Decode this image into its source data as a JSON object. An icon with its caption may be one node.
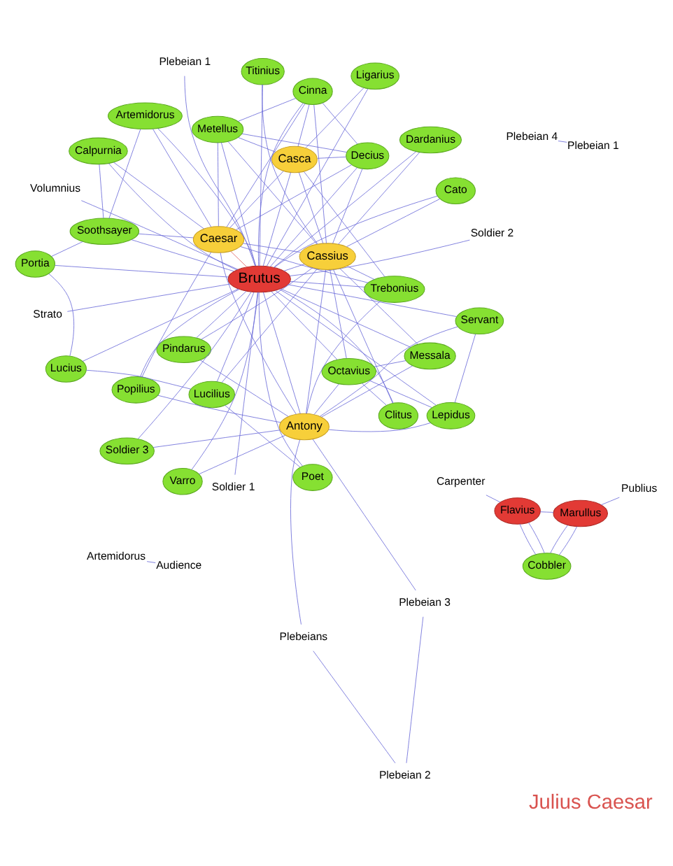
{
  "diagram": {
    "title": "Julius Caesar",
    "nodes": [
      {
        "text": [
          "Lucilius"
        ]
      },
      {
        "text": [
          "Poet"
        ]
      },
      {
        "text": [
          "Popilius"
        ]
      },
      {
        "text": [
          "Titinius"
        ]
      },
      {
        "text": [
          "Messala"
        ]
      },
      {
        "text": [
          "Pindarus"
        ]
      },
      {
        "text": [
          "Plebeians"
        ]
      },
      {
        "text": [
          "Plebeian 2"
        ]
      },
      {
        "text": [
          "Plebeian 3"
        ]
      },
      {
        "text": [
          "Clitus"
        ]
      },
      {
        "text": [
          "Varro"
        ]
      },
      {
        "text": [
          "Soldier 3"
        ]
      },
      {
        "text": [
          "Cato"
        ]
      },
      {
        "text": [
          "Dardanius"
        ]
      },
      {
        "text": [
          "Ligarius"
        ]
      },
      {
        "text": [
          "Soldier 1"
        ]
      },
      {
        "text": [
          "Soldier 2"
        ]
      },
      {
        "text": [
          "Plebeian 1"
        ]
      },
      {
        "text": [
          "Strato"
        ]
      },
      {
        "text": [
          "Volumnius"
        ]
      },
      {
        "text": [
          "Brutus"
        ]
      },
      {
        "text": [
          "Caesar"
        ]
      },
      {
        "text": [
          "Cassius"
        ]
      },
      {
        "text": [
          "Antony"
        ]
      },
      {
        "text": [
          "Casca"
        ]
      },
      {
        "text": [
          "Decius"
        ]
      },
      {
        "text": [
          "Cinna"
        ]
      },
      {
        "text": [
          "Octavius"
        ]
      },
      {
        "text": [
          "Metellus"
        ]
      },
      {
        "text": [
          "Lepidus"
        ]
      },
      {
        "text": [
          "Servant"
        ]
      },
      {
        "text": [
          "Artemidorus"
        ]
      },
      {
        "text": [
          "Soothsayer"
        ]
      },
      {
        "text": [
          "Calpurnia"
        ]
      },
      {
        "text": [
          "Trebonius"
        ]
      },
      {
        "text": [
          "Lucius"
        ]
      },
      {
        "text": [
          "Portia"
        ]
      },
      {
        "text": [
          "Flavius"
        ]
      },
      {
        "text": [
          "Marullus"
        ]
      },
      {
        "text": [
          "Cobbler"
        ]
      },
      {
        "text": [
          "Carpenter"
        ]
      },
      {
        "text": [
          "Publius"
        ]
      },
      {
        "text": [
          "Artemidorus"
        ]
      },
      {
        "text": [
          "Audience"
        ]
      },
      {
        "text": [
          "Plebeian 4"
        ]
      },
      {
        "text": [
          "Plebeian 1"
        ]
      }
    ],
    "edges": [
      {
        "from": 0,
        "to": 1,
        "arrow": "none"
      },
      {
        "from": 6,
        "to": 7,
        "arrow": "none"
      },
      {
        "from": 7,
        "to": 8,
        "arrow": "none"
      },
      {
        "from": 20,
        "to": 0,
        "arrow": "none"
      },
      {
        "from": 20,
        "to": 1,
        "arrow": "none"
      },
      {
        "from": 20,
        "to": 2,
        "arrow": "none"
      },
      {
        "from": 20,
        "to": 3,
        "arrow": "none"
      },
      {
        "from": 20,
        "to": 4,
        "arrow": "none"
      },
      {
        "from": 20,
        "to": 5,
        "arrow": "none"
      },
      {
        "from": 20,
        "to": 9,
        "arrow": "none"
      },
      {
        "from": 20,
        "to": 10,
        "arrow": "none"
      },
      {
        "from": 20,
        "to": 11,
        "arrow": "none"
      },
      {
        "from": 20,
        "to": 12,
        "arrow": "none"
      },
      {
        "from": 20,
        "to": 13,
        "arrow": "none"
      },
      {
        "from": 20,
        "to": 14,
        "arrow": "none"
      },
      {
        "from": 20,
        "to": 15,
        "arrow": "none"
      },
      {
        "from": 20,
        "to": 16,
        "arrow": "none"
      },
      {
        "from": 20,
        "to": 17,
        "arrow": "none"
      },
      {
        "from": 20,
        "to": 18,
        "arrow": "none"
      },
      {
        "from": 20,
        "to": 19,
        "arrow": "none"
      },
      {
        "from": 20,
        "to": 21,
        "arrow": "none",
        "color": "#e06060"
      },
      {
        "from": 20,
        "to": 22,
        "arrow": "none"
      },
      {
        "from": 20,
        "to": 23,
        "arrow": "none"
      },
      {
        "from": 20,
        "to": 24,
        "arrow": "none"
      },
      {
        "from": 20,
        "to": 25,
        "arrow": "none"
      },
      {
        "from": 20,
        "to": 26,
        "arrow": "none"
      },
      {
        "from": 20,
        "to": 27,
        "arrow": "none"
      },
      {
        "from": 20,
        "to": 28,
        "arrow": "none"
      },
      {
        "from": 20,
        "to": 29,
        "arrow": "none"
      },
      {
        "from": 20,
        "to": 30,
        "arrow": "none"
      },
      {
        "from": 20,
        "to": 31,
        "arrow": "none"
      },
      {
        "from": 20,
        "to": 32,
        "arrow": "none"
      },
      {
        "from": 20,
        "to": 33,
        "arrow": "none"
      },
      {
        "from": 20,
        "to": 34,
        "arrow": "none"
      },
      {
        "from": 20,
        "to": 35,
        "arrow": "none"
      },
      {
        "from": 20,
        "to": 36,
        "arrow": "none"
      },
      {
        "from": 22,
        "to": 0,
        "arrow": "none"
      },
      {
        "from": 22,
        "to": 3,
        "arrow": "none"
      },
      {
        "from": 22,
        "to": 4,
        "arrow": "none"
      },
      {
        "from": 22,
        "to": 5,
        "arrow": "none"
      },
      {
        "from": 22,
        "to": 9,
        "arrow": "none"
      },
      {
        "from": 22,
        "to": 12,
        "arrow": "none"
      },
      {
        "from": 22,
        "to": 13,
        "arrow": "none"
      },
      {
        "from": 22,
        "to": 21,
        "arrow": "none"
      },
      {
        "from": 22,
        "to": 23,
        "arrow": "none"
      },
      {
        "from": 22,
        "to": 24,
        "arrow": "none"
      },
      {
        "from": 22,
        "to": 25,
        "arrow": "none"
      },
      {
        "from": 22,
        "to": 26,
        "arrow": "none"
      },
      {
        "from": 22,
        "to": 27,
        "arrow": "none"
      },
      {
        "from": 22,
        "to": 28,
        "arrow": "none"
      },
      {
        "from": 22,
        "to": 34,
        "arrow": "none"
      },
      {
        "from": 23,
        "to": 6,
        "arrow": "none"
      },
      {
        "from": 23,
        "to": 8,
        "arrow": "none"
      },
      {
        "from": 23,
        "to": 2,
        "arrow": "none"
      },
      {
        "from": 23,
        "to": 4,
        "arrow": "none"
      },
      {
        "from": 23,
        "to": 5,
        "arrow": "none"
      },
      {
        "from": 23,
        "to": 10,
        "arrow": "none"
      },
      {
        "from": 23,
        "to": 11,
        "arrow": "none"
      },
      {
        "from": 23,
        "to": 21,
        "arrow": "none"
      },
      {
        "from": 23,
        "to": 27,
        "arrow": "none"
      },
      {
        "from": 23,
        "to": 29,
        "arrow": "none"
      },
      {
        "from": 23,
        "to": 30,
        "arrow": "none"
      },
      {
        "from": 23,
        "to": 34,
        "arrow": "none"
      },
      {
        "from": 21,
        "to": 24,
        "arrow": "none"
      },
      {
        "from": 21,
        "to": 25,
        "arrow": "none"
      },
      {
        "from": 21,
        "to": 26,
        "arrow": "none"
      },
      {
        "from": 21,
        "to": 28,
        "arrow": "none"
      },
      {
        "from": 21,
        "to": 31,
        "arrow": "none"
      },
      {
        "from": 21,
        "to": 32,
        "arrow": "none"
      },
      {
        "from": 21,
        "to": 33,
        "arrow": "none"
      },
      {
        "from": 21,
        "to": 34,
        "arrow": "none"
      },
      {
        "from": 21,
        "to": 2,
        "arrow": "none"
      },
      {
        "from": 24,
        "to": 25,
        "arrow": "none"
      },
      {
        "from": 24,
        "to": 26,
        "arrow": "none"
      },
      {
        "from": 24,
        "to": 28,
        "arrow": "none"
      },
      {
        "from": 24,
        "to": 34,
        "arrow": "none"
      },
      {
        "from": 24,
        "to": 14,
        "arrow": "none"
      },
      {
        "from": 25,
        "to": 26,
        "arrow": "none"
      },
      {
        "from": 25,
        "to": 28,
        "arrow": "none"
      },
      {
        "from": 26,
        "to": 28,
        "arrow": "none"
      },
      {
        "from": 27,
        "to": 29,
        "arrow": "none"
      },
      {
        "from": 27,
        "to": 4,
        "arrow": "none"
      },
      {
        "from": 27,
        "to": 9,
        "arrow": "none"
      },
      {
        "from": 29,
        "to": 30,
        "arrow": "none"
      },
      {
        "from": 31,
        "to": 32,
        "arrow": "none"
      },
      {
        "from": 33,
        "to": 32,
        "arrow": "none"
      },
      {
        "from": 35,
        "to": 36,
        "arrow": "none"
      },
      {
        "from": 35,
        "to": 0,
        "arrow": "none"
      },
      {
        "from": 36,
        "to": 32,
        "arrow": "none"
      },
      {
        "from": 37,
        "to": 38,
        "arrow": "none"
      },
      {
        "from": 37,
        "to": 39,
        "arrow": "none"
      },
      {
        "from": 37,
        "to": 39,
        "arrow": "none"
      },
      {
        "from": 38,
        "to": 39,
        "arrow": "none"
      },
      {
        "from": 38,
        "to": 39,
        "arrow": "none"
      },
      {
        "from": 37,
        "to": 40,
        "arrow": "none"
      },
      {
        "from": 38,
        "to": 41,
        "arrow": "none"
      },
      {
        "from": 42,
        "to": 43,
        "arrow": "none"
      },
      {
        "from": 44,
        "to": 45,
        "arrow": "none"
      }
    ]
  }
}
